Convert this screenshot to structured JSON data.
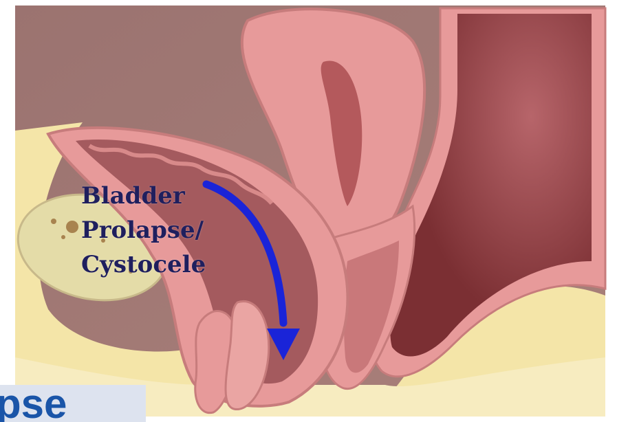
{
  "diagram": {
    "labels": [
      "Bladder",
      "Prolapse/",
      "Cystocele"
    ],
    "caption_fragment": "pse"
  },
  "colors": {
    "background_wall": "#a27a76",
    "fat_tissue": "#f4e5a8",
    "organ_wall": "#e79a9a",
    "organ_lumen": "#a45a5e",
    "rectum_dark": "#7b2f33",
    "arrow": "#1a24d8",
    "label_text": "#1f1f5e",
    "caption_text": "#1a55a8"
  }
}
